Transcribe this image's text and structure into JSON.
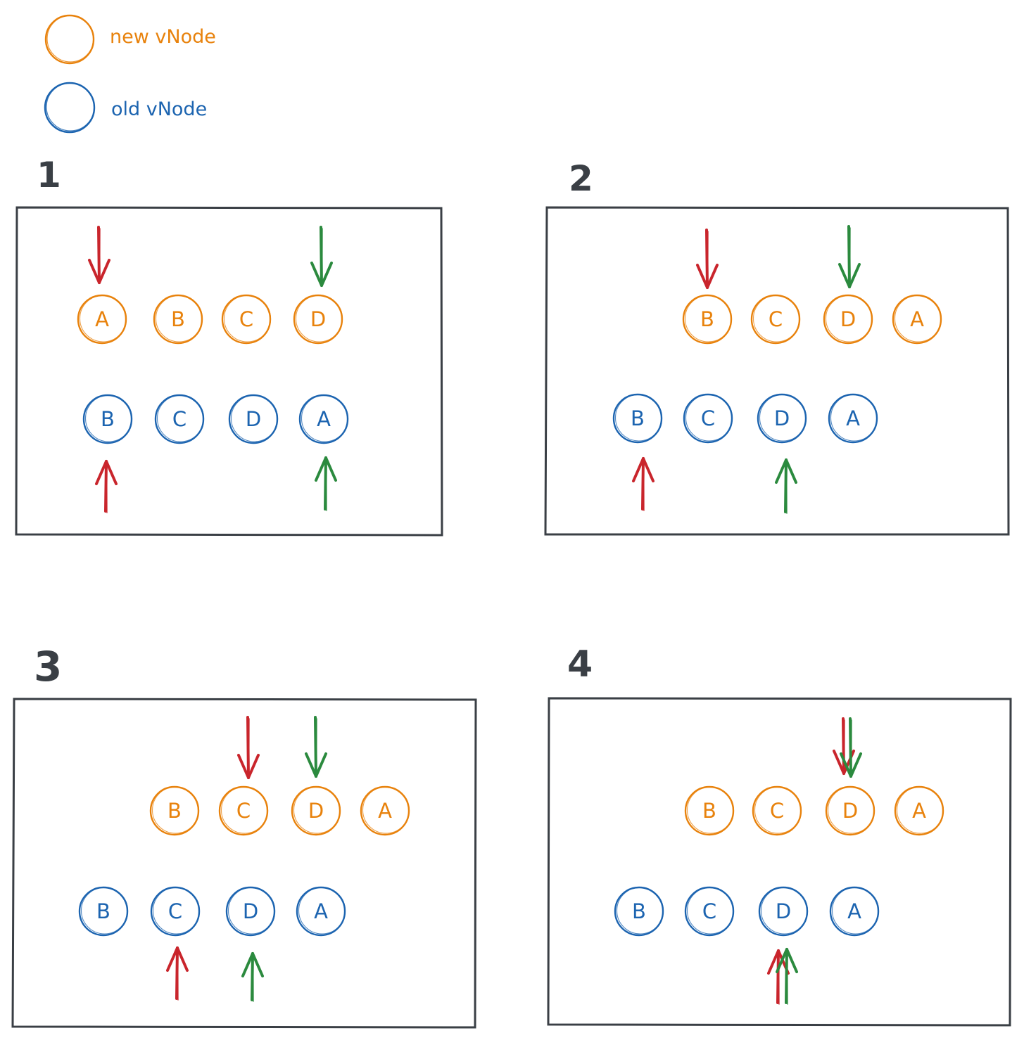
{
  "legend": {
    "new_label": "new vNode",
    "old_label": "old vNode"
  },
  "colors": {
    "new": "#e8820c",
    "old": "#1c64b0",
    "red": "#c9252c",
    "green": "#2b8a3e",
    "frame": "#3a3f45"
  },
  "panels": [
    {
      "number": "1",
      "new_nodes": [
        "A",
        "B",
        "C",
        "D"
      ],
      "old_nodes": [
        "B",
        "C",
        "D",
        "A"
      ]
    },
    {
      "number": "2",
      "new_nodes": [
        "B",
        "C",
        "D",
        "A"
      ],
      "old_nodes": [
        "B",
        "C",
        "D",
        "A"
      ]
    },
    {
      "number": "3",
      "new_nodes": [
        "B",
        "C",
        "D",
        "A"
      ],
      "old_nodes": [
        "B",
        "C",
        "D",
        "A"
      ]
    },
    {
      "number": "4",
      "new_nodes": [
        "B",
        "C",
        "D",
        "A"
      ],
      "old_nodes": [
        "B",
        "C",
        "D",
        "A"
      ]
    }
  ]
}
